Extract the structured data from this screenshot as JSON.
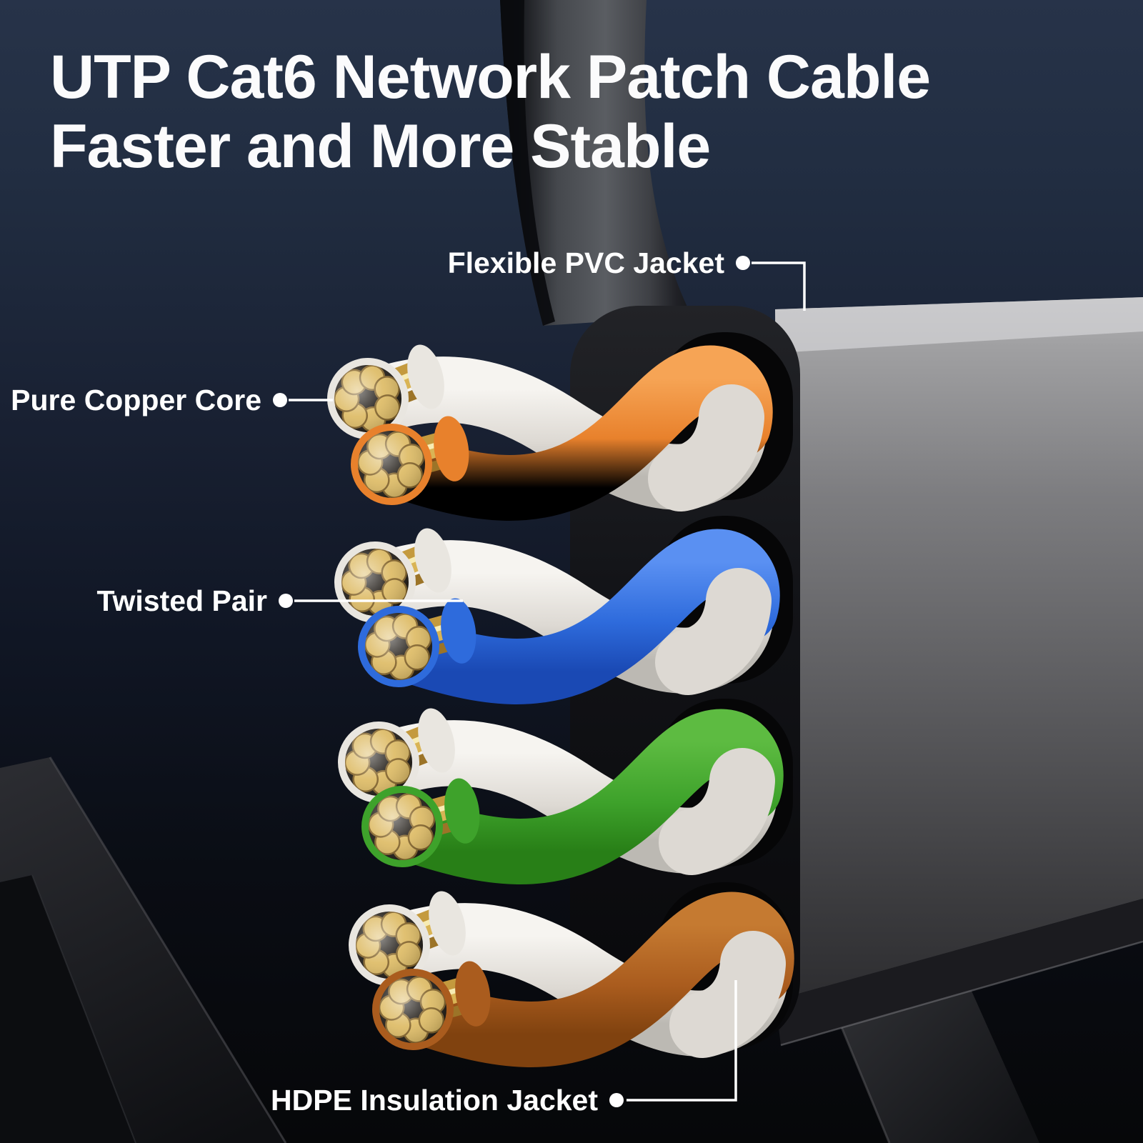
{
  "title": {
    "line1": "UTP Cat6 Network Patch Cable",
    "line2": "Faster and More Stable"
  },
  "callouts": {
    "pvc_jacket": "Flexible PVC Jacket",
    "copper_core": "Pure Copper Core",
    "twisted_pair": "Twisted Pair",
    "hdpe_jacket": "HDPE Insulation Jacket"
  },
  "diagram": {
    "subject": "Cutaway of a flat UTP Cat6 network patch cable showing four twisted wire pairs exiting the jacket",
    "wire_pairs": [
      {
        "pair": "orange + white",
        "color_hex": "#e8812c"
      },
      {
        "pair": "blue + white",
        "color_hex": "#2e6bdc"
      },
      {
        "pair": "green + white",
        "color_hex": "#3ea22b"
      },
      {
        "pair": "brown + white",
        "color_hex": "#aa5c1e"
      }
    ],
    "white_wire_hex": "#e9e6e0",
    "copper_strand_hex": "#dcb85e",
    "jacket_hex": "#0b0b0d",
    "jacket_body_gray_hex": "#77777a",
    "background_top_hex": "#273349",
    "background_bottom_hex": "#060709",
    "label_color_hex": "#ffffff"
  }
}
